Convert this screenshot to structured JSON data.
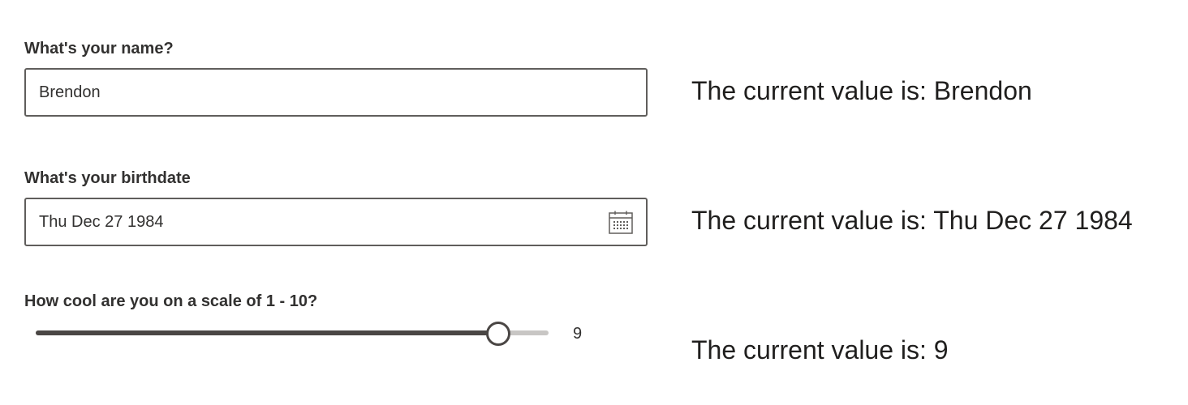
{
  "form": {
    "name": {
      "label": "What's your name?",
      "value": "Brendon",
      "output": "The current value is: Brendon"
    },
    "birthdate": {
      "label": "What's your birthdate",
      "value": "Thu Dec 27 1984",
      "icon": "calendar-icon",
      "output": "The current value is: Thu Dec 27 1984"
    },
    "coolness": {
      "label": "How cool are you on a scale of 1 - 10?",
      "min": 0,
      "max": 10,
      "value": 9,
      "value_label": "9",
      "output": "The current value is: 9"
    }
  },
  "colors": {
    "text": "#323130",
    "border": "#605e5c",
    "slider_active": "#4a4644",
    "slider_inactive": "#c8c6c4"
  }
}
